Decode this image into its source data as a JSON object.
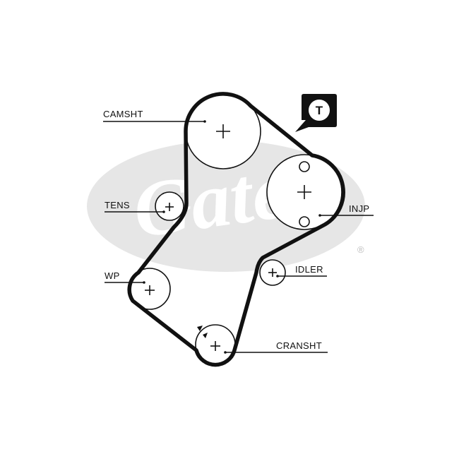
{
  "brand": {
    "name": "Gates",
    "registered_mark": "®",
    "logo_color": "#e6e6e6"
  },
  "labels": {
    "camshaft": "CAMSHT",
    "tensioner": "TENS",
    "water_pump": "WP",
    "injection_pump": "INJP",
    "idler": "IDLER",
    "crankshaft": "CRANSHT"
  },
  "badge": {
    "letter": "T"
  },
  "colors": {
    "ink": "#111111",
    "background": "#ffffff"
  }
}
